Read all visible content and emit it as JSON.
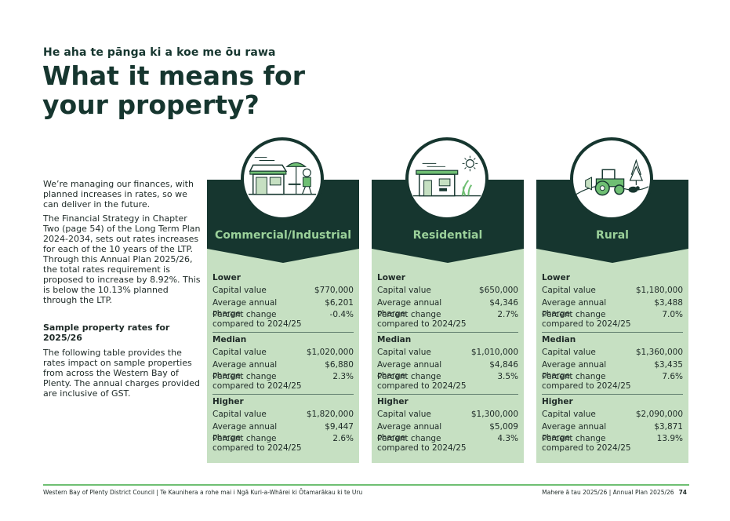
{
  "header": {
    "subtitle": "He aha te pānga ki a koe me ōu rawa",
    "title": "What it means for your property?"
  },
  "intro": {
    "para1": "We’re managing our finances, with planned increases in rates, so we can deliver in the future.",
    "para2": "The Financial Strategy in Chapter Two (page 54) of the Long Term Plan 2024-2034, sets out rates increases for each of the 10 years of the LTP. Through this Annual Plan 2025/26, the total rates requirement is proposed to increase by 8.92%. This is below the 10.13% planned through the LTP.",
    "sample_heading": "Sample property rates for 2025/26",
    "para3": "The following table provides the rates impact on sample properties from across the Western Bay of Plenty. The annual charges provided are inclusive of GST."
  },
  "labels": {
    "capital_value": "Capital value",
    "average_annual_charge": "Average annual charge",
    "percent_change": "Percent change compared to 2024/25"
  },
  "cards": [
    {
      "title": "Commercial/Industrial",
      "icon": "shop-icon",
      "groups": [
        {
          "label": "Lower",
          "capital": "$770,000",
          "charge": "$6,201",
          "change": "-0.4%"
        },
        {
          "label": "Median",
          "capital": "$1,020,000",
          "charge": "$6,880",
          "change": "2.3%"
        },
        {
          "label": "Higher",
          "capital": "$1,820,000",
          "charge": "$9,447",
          "change": "2.6%"
        }
      ]
    },
    {
      "title": "Residential",
      "icon": "house-icon",
      "groups": [
        {
          "label": "Lower",
          "capital": "$650,000",
          "charge": "$4,346",
          "change": "2.7%"
        },
        {
          "label": "Median",
          "capital": "$1,010,000",
          "charge": "$4,846",
          "change": "3.5%"
        },
        {
          "label": "Higher",
          "capital": "$1,300,000",
          "charge": "$5,009",
          "change": "4.3%"
        }
      ]
    },
    {
      "title": "Rural",
      "icon": "tractor-icon",
      "groups": [
        {
          "label": "Lower",
          "capital": "$1,180,000",
          "charge": "$3,488",
          "change": "7.0%"
        },
        {
          "label": "Median",
          "capital": "$1,360,000",
          "charge": "$3,435",
          "change": "7.6%"
        },
        {
          "label": "Higher",
          "capital": "$2,090,000",
          "charge": "$3,871",
          "change": "13.9%"
        }
      ]
    }
  ],
  "footer": {
    "left": "Western Bay of Plenty District Council  |  Te Kaunihera a rohe mai i Ngā Kuri-a-Whārei ki Ōtamarākau ki te Uru",
    "right": "Mahere ā tau 2025/26  |  Annual Plan 2025/26",
    "page": "74"
  },
  "colors": {
    "dark_green": "#16362f",
    "light_green": "#c6e0c2",
    "title_green": "#9bd19a",
    "accent_line": "#6fbf73"
  }
}
